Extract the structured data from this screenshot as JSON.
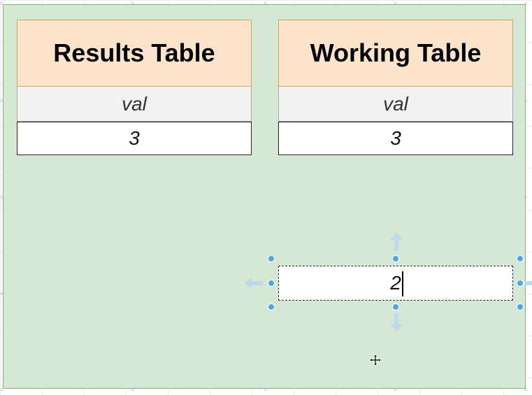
{
  "results_table": {
    "title": "Results Table",
    "column": "val",
    "value": "3"
  },
  "working_table": {
    "title": "Working Table",
    "column": "val",
    "value": "3"
  },
  "selected_cell": {
    "value": "2"
  },
  "colors": {
    "container_fill": "#d5e8d4",
    "container_border": "#82b366",
    "header_fill": "#fce4cc",
    "header_border": "#d6a256",
    "selection_handle": "#4ea5e8"
  }
}
